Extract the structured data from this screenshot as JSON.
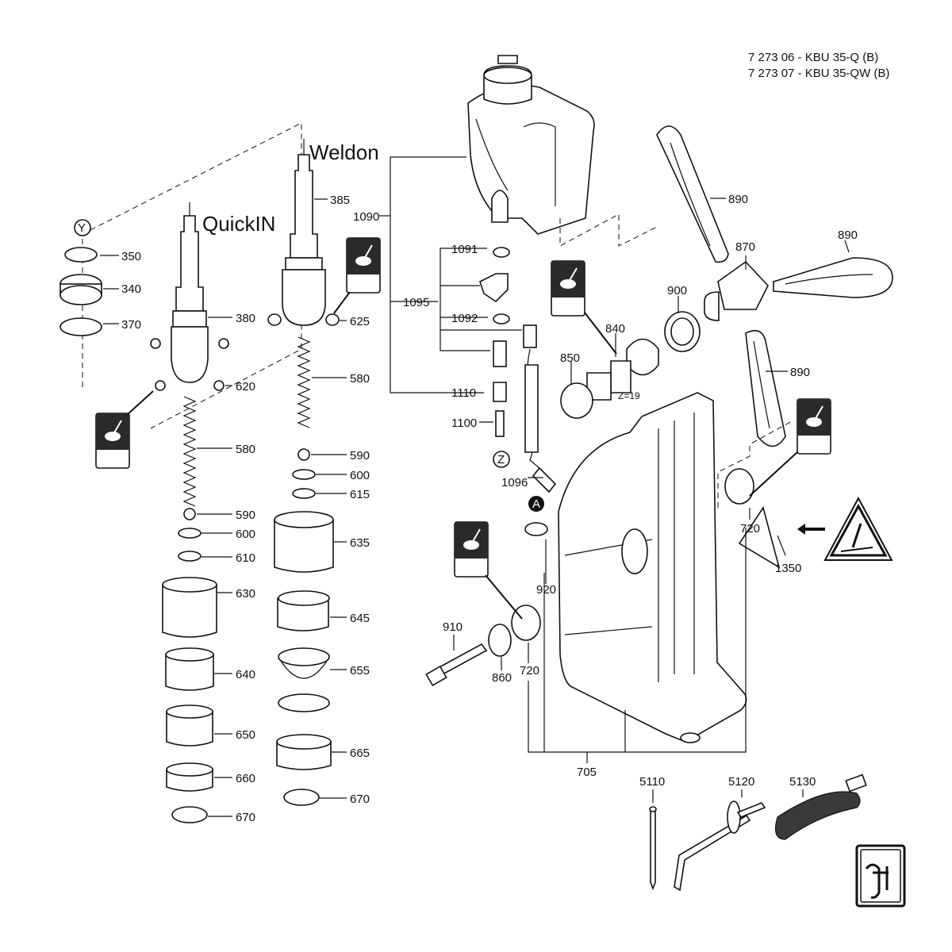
{
  "header": {
    "line1": "7 273 06 - KBU 35-Q (B)",
    "line2": "7 273 07 - KBU 35-QW (B)"
  },
  "titles": {
    "quickin": "QuickIN",
    "weldon": "Weldon"
  },
  "markers": {
    "y": "Y",
    "z": "Z",
    "a": "A"
  },
  "annotations": {
    "gear_teeth": "Z=19"
  },
  "labels": {
    "p350": "350",
    "p340": "340",
    "p370": "370",
    "p380": "380",
    "p620": "620",
    "p580a": "580",
    "p590a": "590",
    "p600a": "600",
    "p610": "610",
    "p630": "630",
    "p640": "640",
    "p650": "650",
    "p660": "660",
    "p670a": "670",
    "p385": "385",
    "p625": "625",
    "p580b": "580",
    "p590b": "590",
    "p600b": "600",
    "p615": "615",
    "p635": "635",
    "p645": "645",
    "p655": "655",
    "p665": "665",
    "p670b": "670",
    "p1090": "1090",
    "p1091": "1091",
    "p1095": "1095",
    "p1092": "1092",
    "p1110": "1110",
    "p1100": "1100",
    "p1096": "1096",
    "p890a": "890",
    "p870": "870",
    "p890b": "890",
    "p900": "900",
    "p840": "840",
    "p850": "850",
    "p890c": "890",
    "p720a": "720",
    "p1350": "1350",
    "p920": "920",
    "p910": "910",
    "p860": "860",
    "p720b": "720",
    "p705": "705",
    "p5110": "5110",
    "p5120": "5120",
    "p5130": "5130"
  },
  "icons": [
    "grease-icon",
    "warning-triangle-icon",
    "fein-logo-icon"
  ]
}
